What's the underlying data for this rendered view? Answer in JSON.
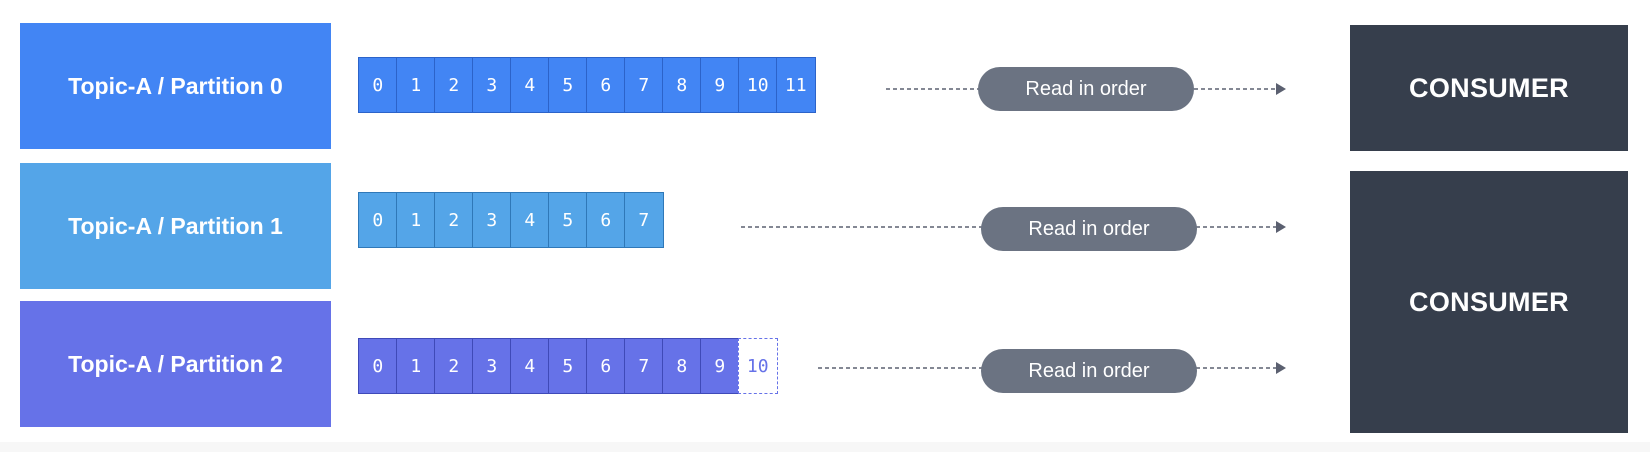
{
  "partitions": [
    {
      "label": "Topic-A / Partition 0",
      "color": "#4285f4",
      "offsets": [
        "0",
        "1",
        "2",
        "3",
        "4",
        "5",
        "6",
        "7",
        "8",
        "9",
        "10",
        "11"
      ],
      "pending_offsets": []
    },
    {
      "label": "Topic-A / Partition 1",
      "color": "#54a5e8",
      "offsets": [
        "0",
        "1",
        "2",
        "3",
        "4",
        "5",
        "6",
        "7"
      ],
      "pending_offsets": []
    },
    {
      "label": "Topic-A / Partition 2",
      "color": "#6672e8",
      "offsets": [
        "0",
        "1",
        "2",
        "3",
        "4",
        "5",
        "6",
        "7",
        "8",
        "9"
      ],
      "pending_offsets": [
        "10"
      ]
    }
  ],
  "arrows": [
    {
      "label": "Read in order"
    },
    {
      "label": "Read in order"
    },
    {
      "label": "Read in order"
    }
  ],
  "consumers": [
    {
      "label": "CONSUMER"
    },
    {
      "label": "CONSUMER"
    }
  ],
  "colors": {
    "consumer": "#363e4c",
    "pill": "#6b7382",
    "arrow": "#5b6070"
  }
}
